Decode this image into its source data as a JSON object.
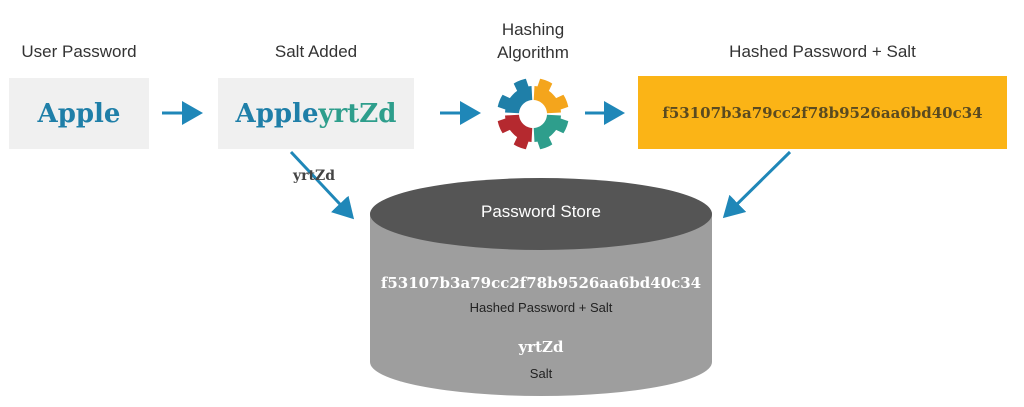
{
  "labels": {
    "user_password": "User Password",
    "salt_added": "Salt Added",
    "hashing_line1": "Hashing",
    "hashing_line2": "Algorithm",
    "hashed_password_salt": "Hashed Password + Salt"
  },
  "user_box": {
    "value": "Apple"
  },
  "salt_box": {
    "base": "Apple",
    "salt": "yrtZd"
  },
  "hash_box": {
    "value": "f53107b3a79cc2f78b9526aa6bd40c34"
  },
  "salt_arrow_label": "yrtZd",
  "store": {
    "title": "Password Store",
    "hash_value": "f53107b3a79cc2f78b9526aa6bd40c34",
    "hash_caption": "Hashed Password + Salt",
    "salt_value": "yrtZd",
    "salt_caption": "Salt"
  },
  "colors": {
    "blue": "#1f7fa8",
    "teal": "#2e9e8c",
    "orange": "#fbb416",
    "arrow": "#1f87b8",
    "cylinder_top": "#555555",
    "cylinder_body": "#9e9e9e",
    "gear_segments": [
      "#1f7fa8",
      "#f4a51c",
      "#2e9e8c",
      "#b5292f"
    ]
  },
  "icons": {
    "gear": "gear-icon"
  }
}
